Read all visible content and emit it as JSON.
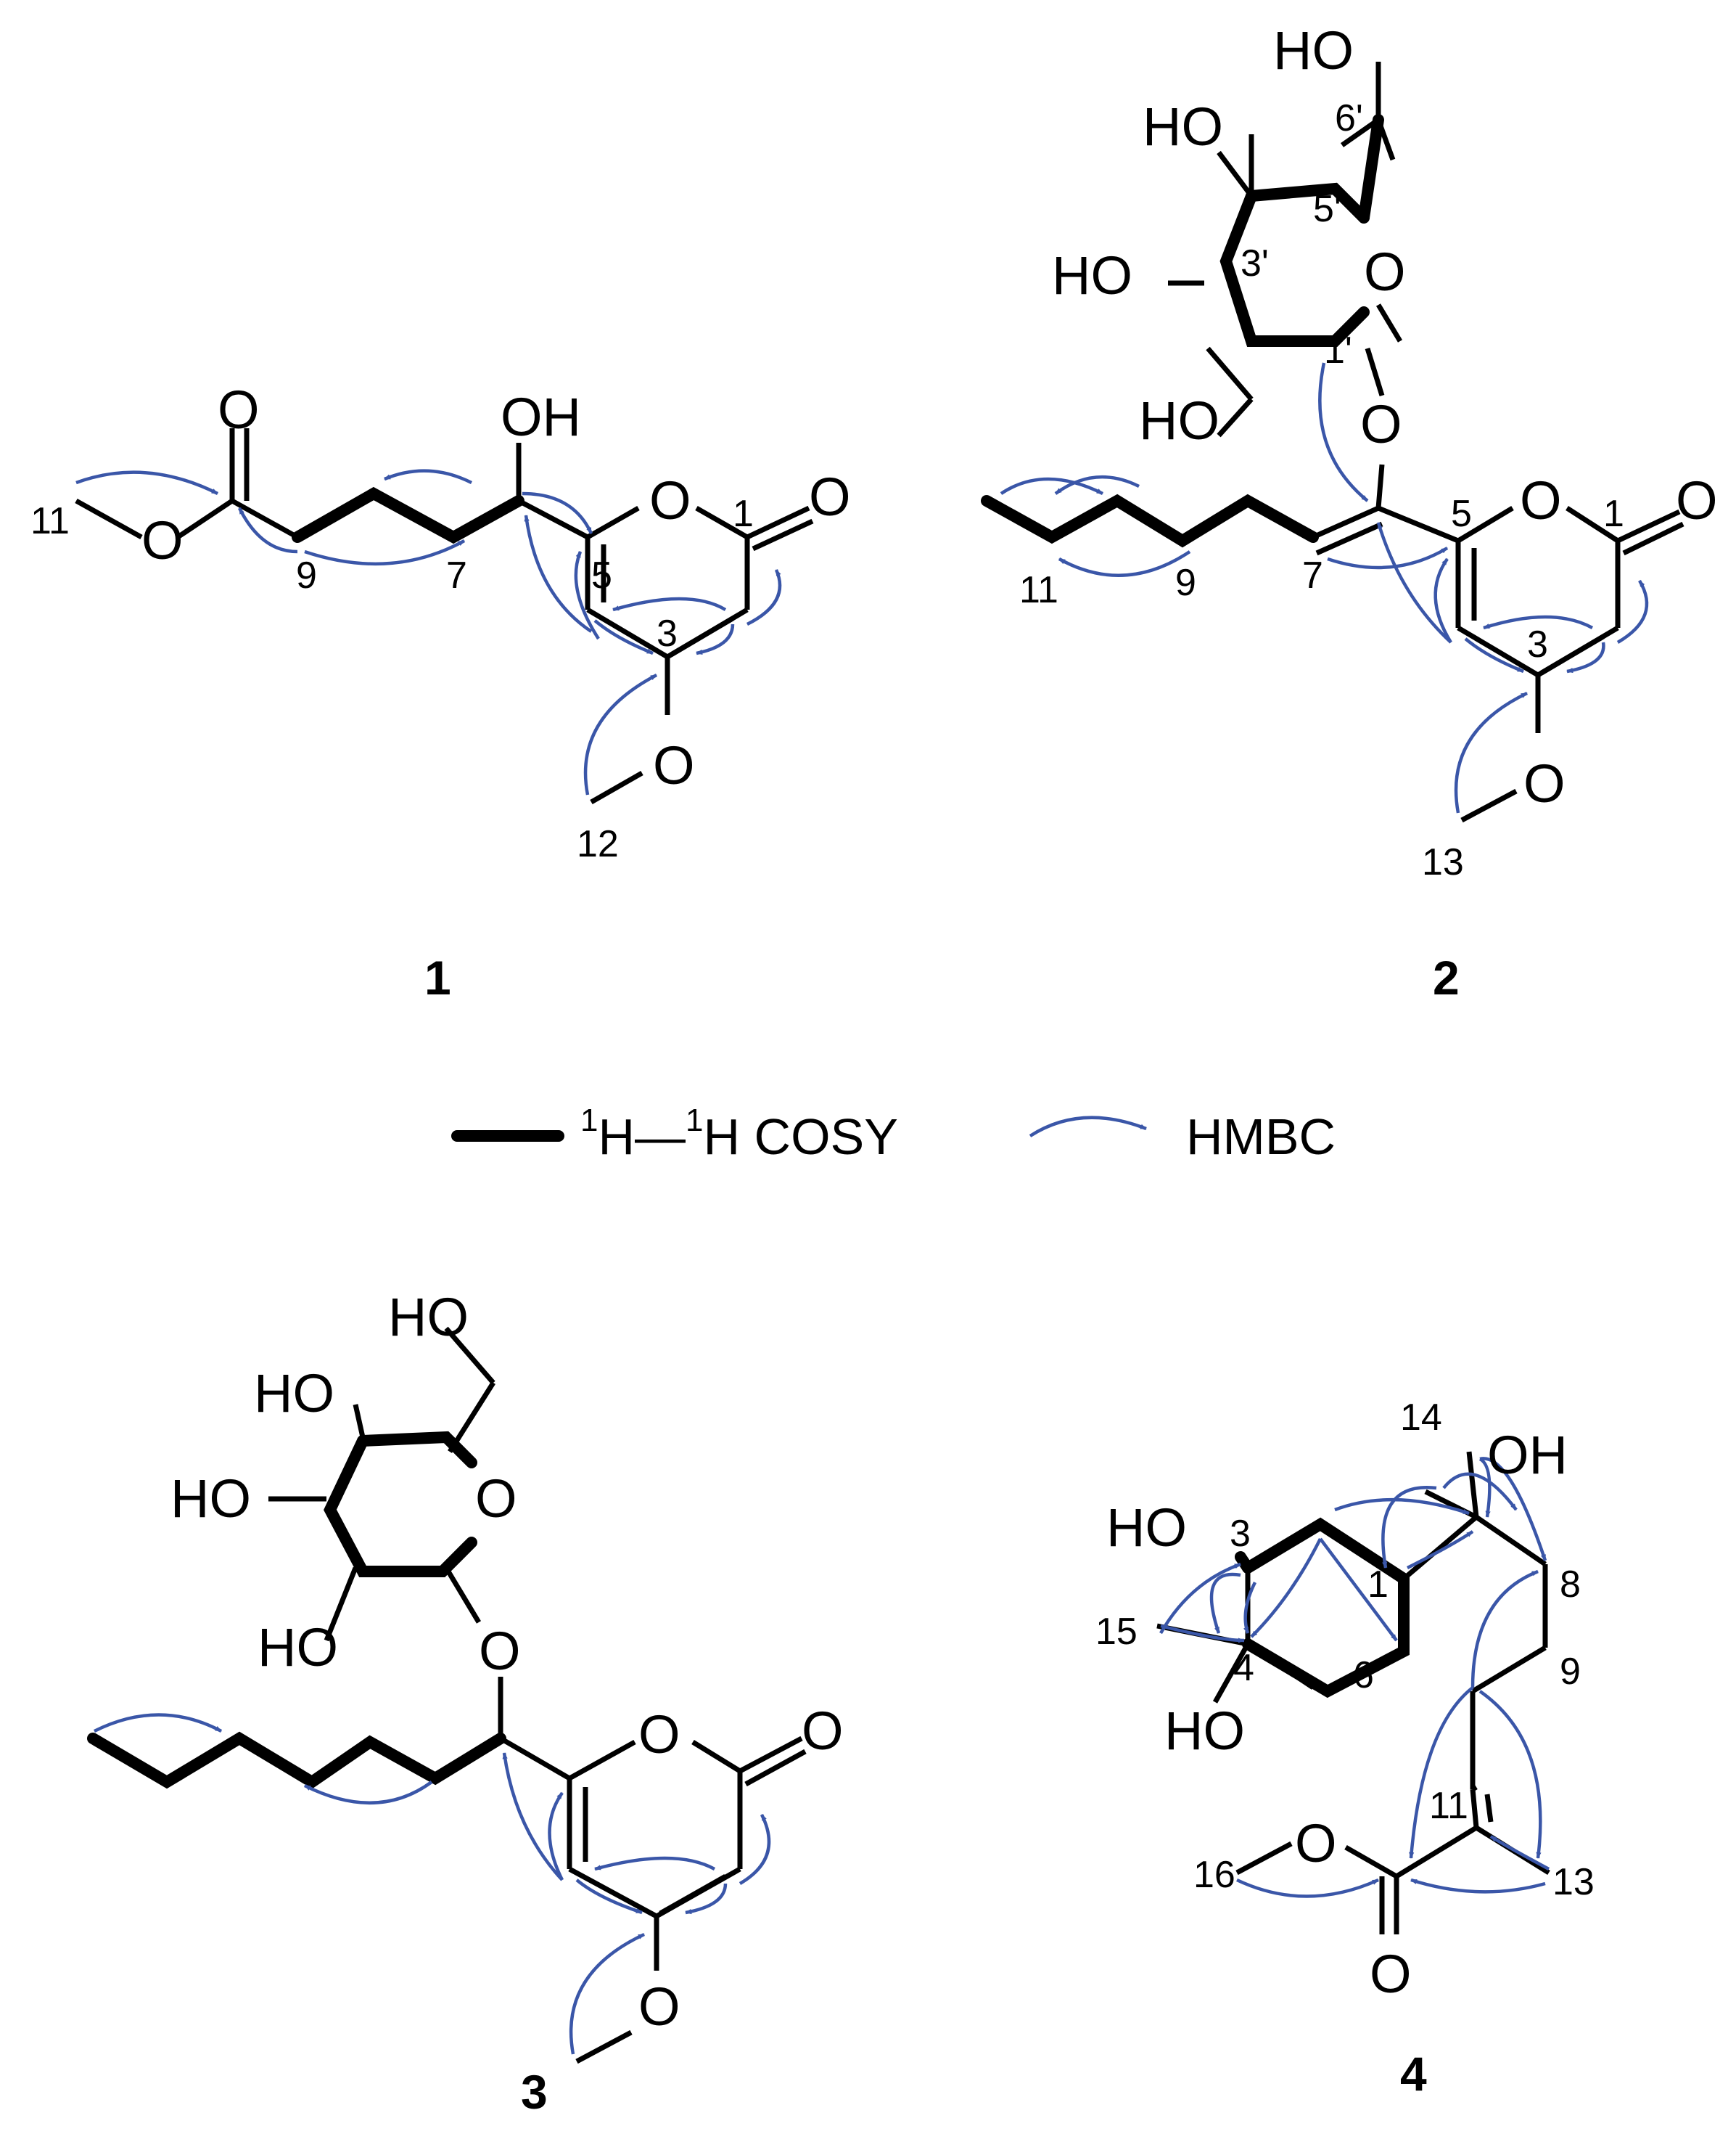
{
  "legend": {
    "cosy_sup1": "1",
    "cosy_mid": "H—",
    "cosy_sup2": "1",
    "cosy_end": "H COSY",
    "hmbc": "HMBC"
  },
  "colors": {
    "hmbc": "#3a56a8",
    "bond": "#000000"
  },
  "compounds": [
    {
      "id": "1",
      "atoms": {
        "oh": "OH",
        "o_ring": "O",
        "o_keto": "O",
        "o_ester_dbl": "O",
        "o_ester": "O",
        "o_meo": "O"
      },
      "numbers": [
        "1",
        "3",
        "5",
        "7",
        "9",
        "11",
        "12"
      ]
    },
    {
      "id": "2",
      "atoms": {
        "ho_top": "HO",
        "ho_a": "HO",
        "ho_b": "HO",
        "ho_c": "HO",
        "o_sugar": "O",
        "o_gly": "O",
        "o_ring": "O",
        "o_keto": "O",
        "o_meo": "O"
      },
      "numbers": [
        "1",
        "3",
        "5",
        "7",
        "9",
        "11",
        "13",
        "1'",
        "3'",
        "5'",
        "6'"
      ]
    },
    {
      "id": "3",
      "atoms": {
        "ho_top": "HO",
        "ho_a": "HO",
        "ho_b": "HO",
        "ho_c": "HO",
        "o_sugar": "O",
        "o_gly": "O",
        "o_ring": "O",
        "o_keto": "O",
        "o_meo": "O"
      }
    },
    {
      "id": "4",
      "atoms": {
        "oh": "OH",
        "ho_3": "HO",
        "ho_4": "HO",
        "o_ester": "O",
        "o_keto": "O"
      },
      "numbers": [
        "1",
        "3",
        "4",
        "6",
        "8",
        "9",
        "11",
        "13",
        "14",
        "15",
        "16"
      ]
    }
  ]
}
